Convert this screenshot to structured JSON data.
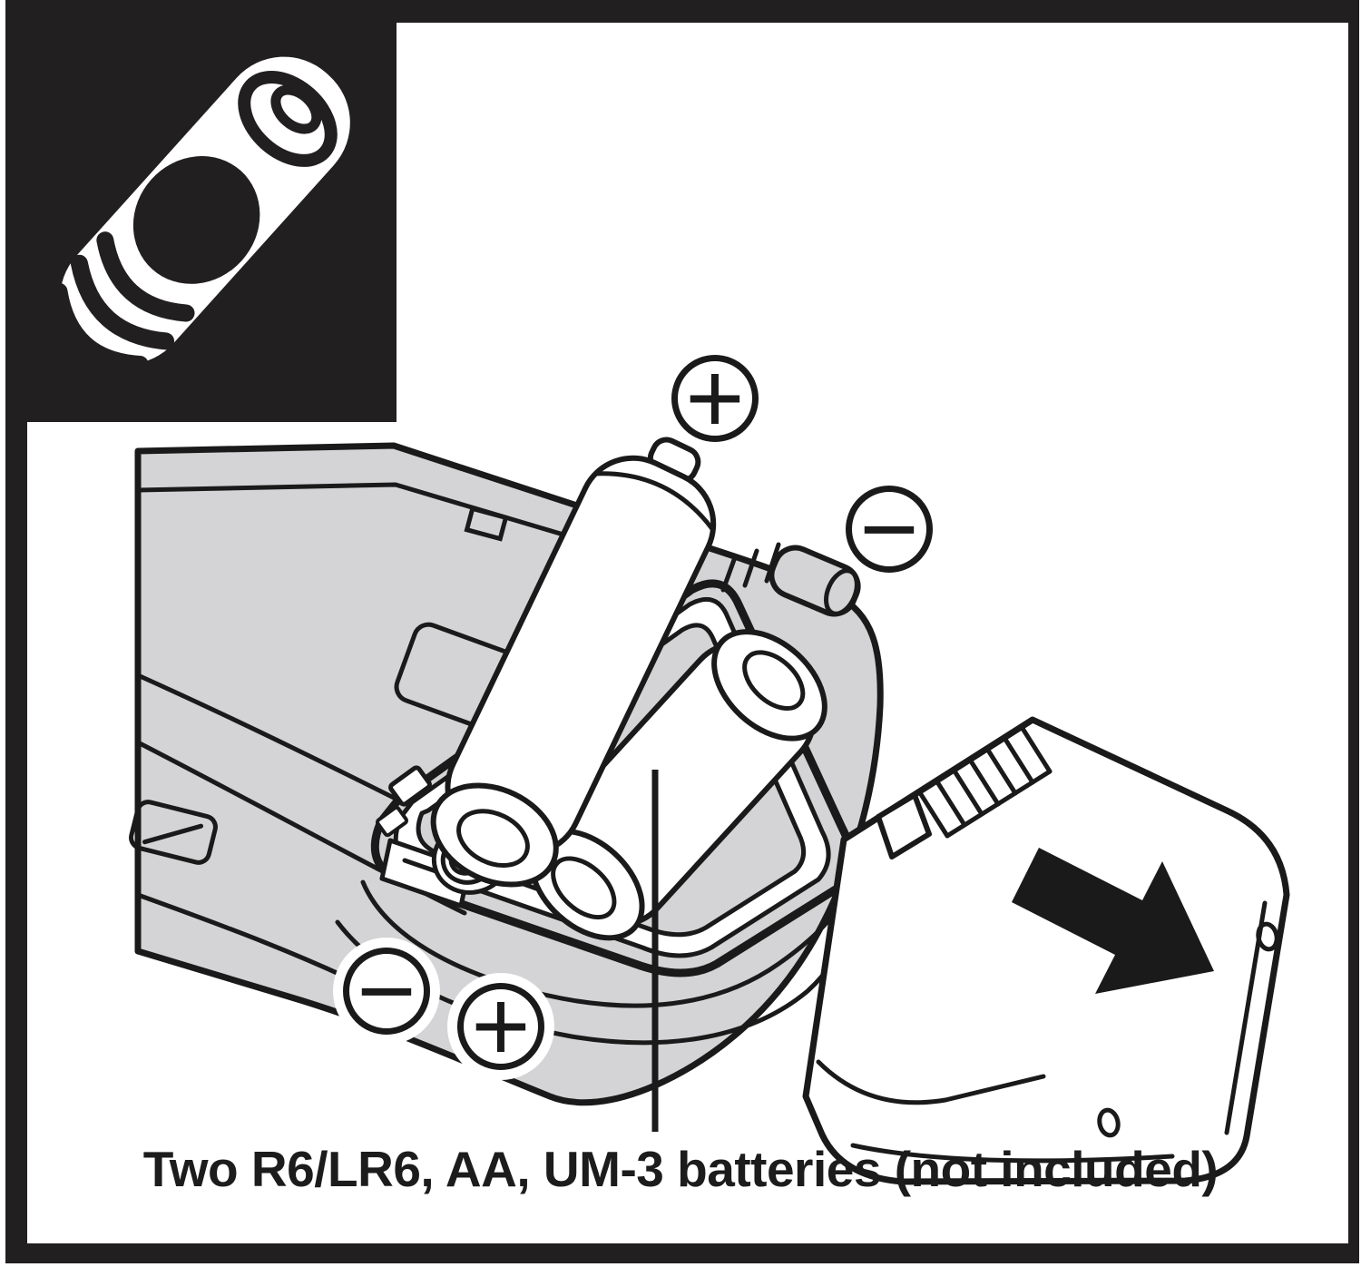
{
  "figure": {
    "type": "instructional-diagram",
    "subject": "Remote control battery installation",
    "caption": "Two R6/LR6, AA, UM-3 batteries (not included)"
  },
  "markers": {
    "plus_top": "+",
    "minus_top_right": "−",
    "minus_bottom_left": "−",
    "plus_bottom": "+"
  },
  "badge": {
    "icon": "aa-battery-icon"
  },
  "cover": {
    "icon": "slide-direction-arrow",
    "arrow_direction": "down-right"
  },
  "batteries_shown": 2,
  "colors": {
    "background": "#ffffff",
    "line": "#1a1a1a",
    "body_gray": "#d4d4d6",
    "frame_black": "#221f20"
  }
}
